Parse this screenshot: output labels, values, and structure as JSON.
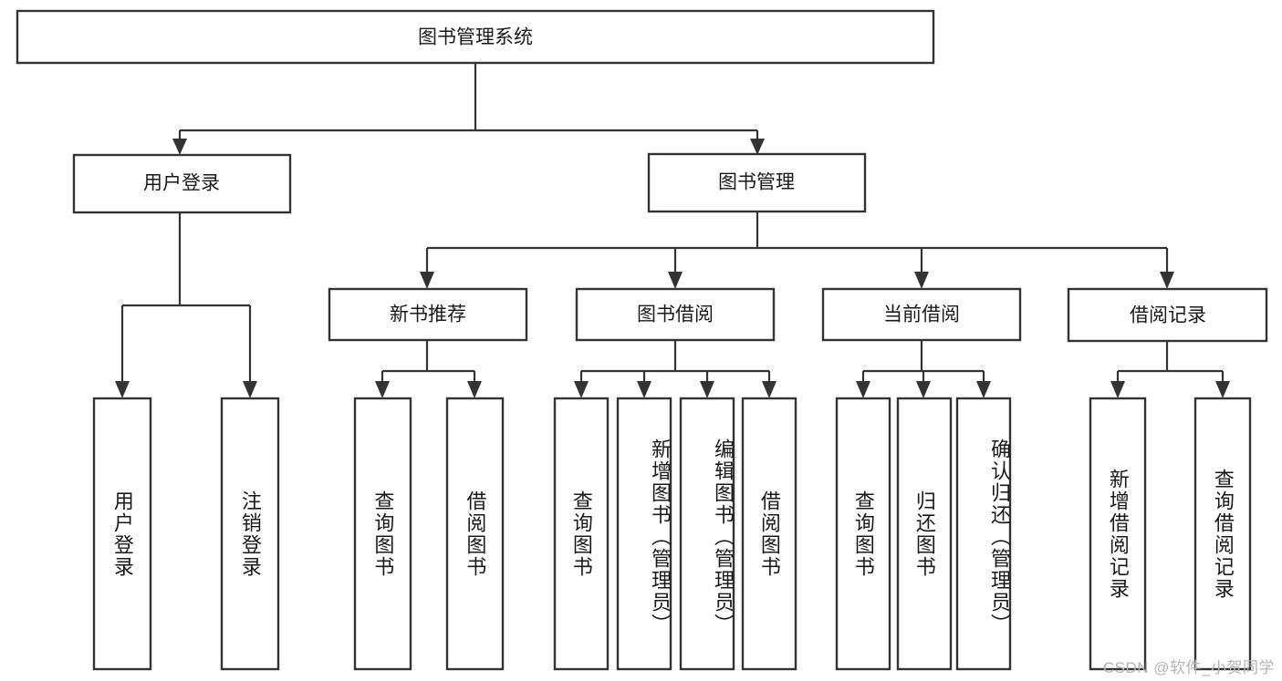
{
  "diagram": {
    "title": "图书管理系统",
    "type": "tree",
    "root": {
      "id": "root",
      "label": "图书管理系统",
      "orientation": "horizontal"
    },
    "level2": [
      {
        "id": "user-login",
        "label": "用户登录",
        "orientation": "horizontal"
      },
      {
        "id": "book-manage",
        "label": "图书管理",
        "orientation": "horizontal"
      }
    ],
    "level3": [
      {
        "id": "new-book-recommend",
        "label": "新书推荐",
        "orientation": "horizontal",
        "parent": "book-manage"
      },
      {
        "id": "book-borrow",
        "label": "图书借阅",
        "orientation": "horizontal",
        "parent": "book-manage"
      },
      {
        "id": "current-borrow",
        "label": "当前借阅",
        "orientation": "horizontal",
        "parent": "book-manage"
      },
      {
        "id": "borrow-record",
        "label": "借阅记录",
        "orientation": "horizontal",
        "parent": "book-manage"
      }
    ],
    "leaves": [
      {
        "id": "leaf-user-login",
        "label": "用户登录",
        "parent": "user-login",
        "align": "middle"
      },
      {
        "id": "leaf-logout",
        "label": "注销登录",
        "parent": "user-login",
        "align": "middle"
      },
      {
        "id": "leaf-query-book-1",
        "label": "查询图书",
        "parent": "new-book-recommend",
        "align": "middle"
      },
      {
        "id": "leaf-borrow-book-1",
        "label": "借阅图书",
        "parent": "new-book-recommend",
        "align": "middle"
      },
      {
        "id": "leaf-query-book-2",
        "label": "查询图书",
        "parent": "book-borrow",
        "align": "middle"
      },
      {
        "id": "leaf-add-book",
        "label": "新增图书（管理员）",
        "parent": "book-borrow",
        "align": "top"
      },
      {
        "id": "leaf-edit-book",
        "label": "编辑图书（管理员）",
        "parent": "book-borrow",
        "align": "top"
      },
      {
        "id": "leaf-borrow-book-2",
        "label": "借阅图书",
        "parent": "book-borrow",
        "align": "middle"
      },
      {
        "id": "leaf-query-book-3",
        "label": "查询图书",
        "parent": "current-borrow",
        "align": "middle"
      },
      {
        "id": "leaf-return-book",
        "label": "归还图书",
        "parent": "current-borrow",
        "align": "middle"
      },
      {
        "id": "leaf-confirm-return",
        "label": "确认归还（管理员）",
        "parent": "current-borrow",
        "align": "top"
      },
      {
        "id": "leaf-add-record",
        "label": "新增借阅记录",
        "parent": "borrow-record",
        "align": "middle"
      },
      {
        "id": "leaf-query-record",
        "label": "查询借阅记录",
        "parent": "borrow-record",
        "align": "middle"
      }
    ],
    "colors": {
      "stroke": "#333333",
      "box_fill": "#ffffff",
      "text": "#1a1a1a",
      "background": "#ffffff",
      "watermark": "#b4b4b4"
    }
  },
  "watermark": {
    "text": "CSDN @软件_小贺同学"
  }
}
